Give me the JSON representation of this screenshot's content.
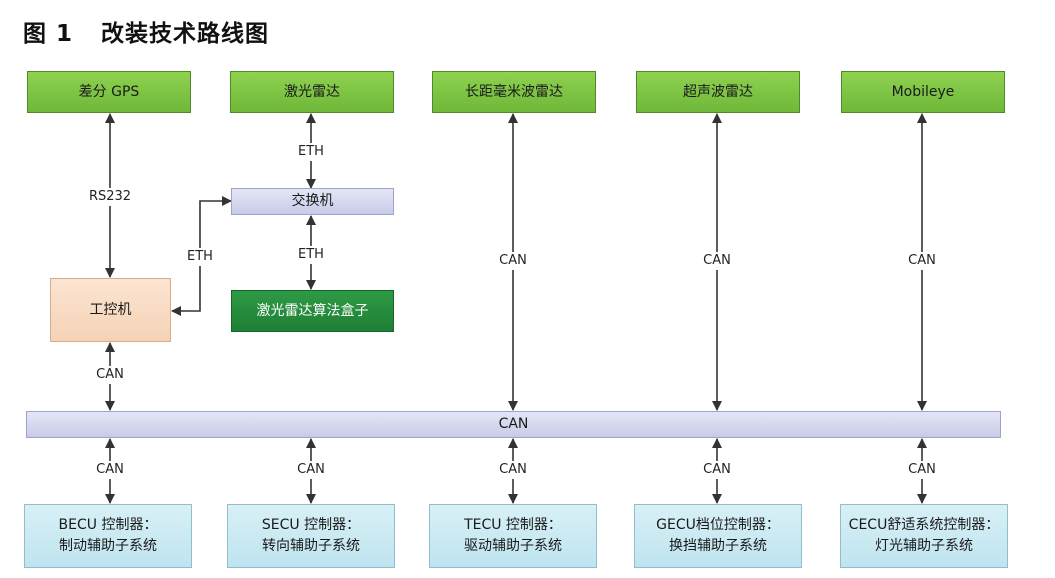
{
  "title": {
    "figure_number": "图 1",
    "text": "改装技术路线图"
  },
  "top_devices": {
    "gps": "差分 GPS",
    "lidar": "激光雷达",
    "mm_radar": "长距毫米波雷达",
    "ultrasonic_radar": "超声波雷达",
    "mobileye": "Mobileye"
  },
  "middle": {
    "switch": "交换机",
    "lidar_box": "激光雷达算法盒子",
    "ipc": "工控机",
    "can_bus": "CAN"
  },
  "links": {
    "rs232": "RS232",
    "eth_lidar_switch": "ETH",
    "eth_switch_box": "ETH",
    "eth_ipc_switch": "ETH",
    "can_mm_radar": "CAN",
    "can_ultrasonic": "CAN",
    "can_mobileye": "CAN",
    "can_ipc": "CAN",
    "can_becu": "CAN",
    "can_secu": "CAN",
    "can_tecu": "CAN",
    "can_gecu": "CAN",
    "can_cecu": "CAN"
  },
  "controllers": [
    {
      "line1": "BECU 控制器：",
      "line2": "制动辅助子系统"
    },
    {
      "line1": "SECU 控制器：",
      "line2": "转向辅助子系统"
    },
    {
      "line1": "TECU 控制器：",
      "line2": "驱动辅助子系统"
    },
    {
      "line1": "GECU档位控制器：",
      "line2": "换挡辅助子系统"
    },
    {
      "line1": "CECU舒适系统控制器：",
      "line2": "灯光辅助子系统"
    }
  ]
}
